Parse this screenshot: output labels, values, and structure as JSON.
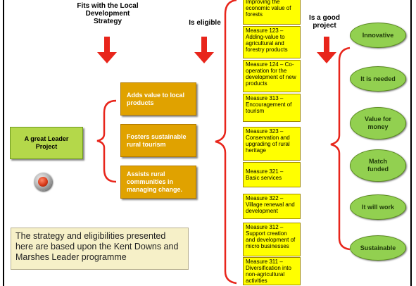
{
  "headings": {
    "fits_strategy": "Fits with the Local Development Strategy",
    "is_eligible": "Is eligible",
    "good_project": "Is a good project"
  },
  "project": {
    "label": "A great Leader Project"
  },
  "benefits": [
    "Adds value to local products",
    "Fosters sustainable rural tourism",
    "Assists rural communities in managing change."
  ],
  "measures": [
    "Improving the economic value of forests",
    "Measure 123 – Adding-value to agricultural and forestry products",
    "Measure 124 – Co-operation for the development of new products",
    "Measure 313 – Encouragement of tourism",
    "Measure 323 – Conservation and upgrading of rural heritage",
    "Measure 321 – Basic services",
    "Measure 322 – Village renewal and development",
    "Measure 312 – Support creation and development of micro businesses",
    "Measure 311 – Diversification into non-agricultural activities"
  ],
  "qualities": [
    "Innovative",
    "It is needed",
    "Value for money",
    "Match funded",
    "It will work",
    "Sustainable"
  ],
  "note": "The strategy and eligibilities presented here are based upon the Kent Downs and Marshes Leader programme",
  "colors": {
    "arrow": "#e8251b",
    "green": "#b4d84a",
    "orange": "#e0a200",
    "yellow": "#ffff00",
    "ellipse": "#92d050"
  }
}
